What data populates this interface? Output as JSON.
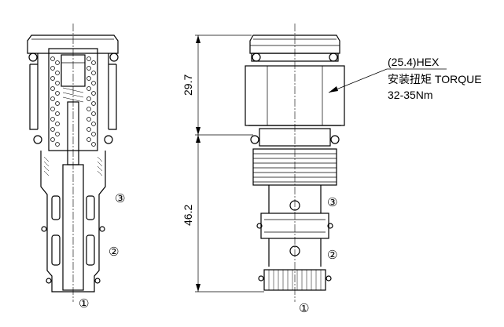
{
  "dimensions": {
    "upper_length": "29.7",
    "lower_length": "46.2"
  },
  "callout": {
    "hex": "(25.4)HEX",
    "torque_label": "安装扭矩 TORQUE",
    "torque_value": "32-35Nm"
  },
  "ports": {
    "port1": "①",
    "port2": "②",
    "port3": "③"
  }
}
